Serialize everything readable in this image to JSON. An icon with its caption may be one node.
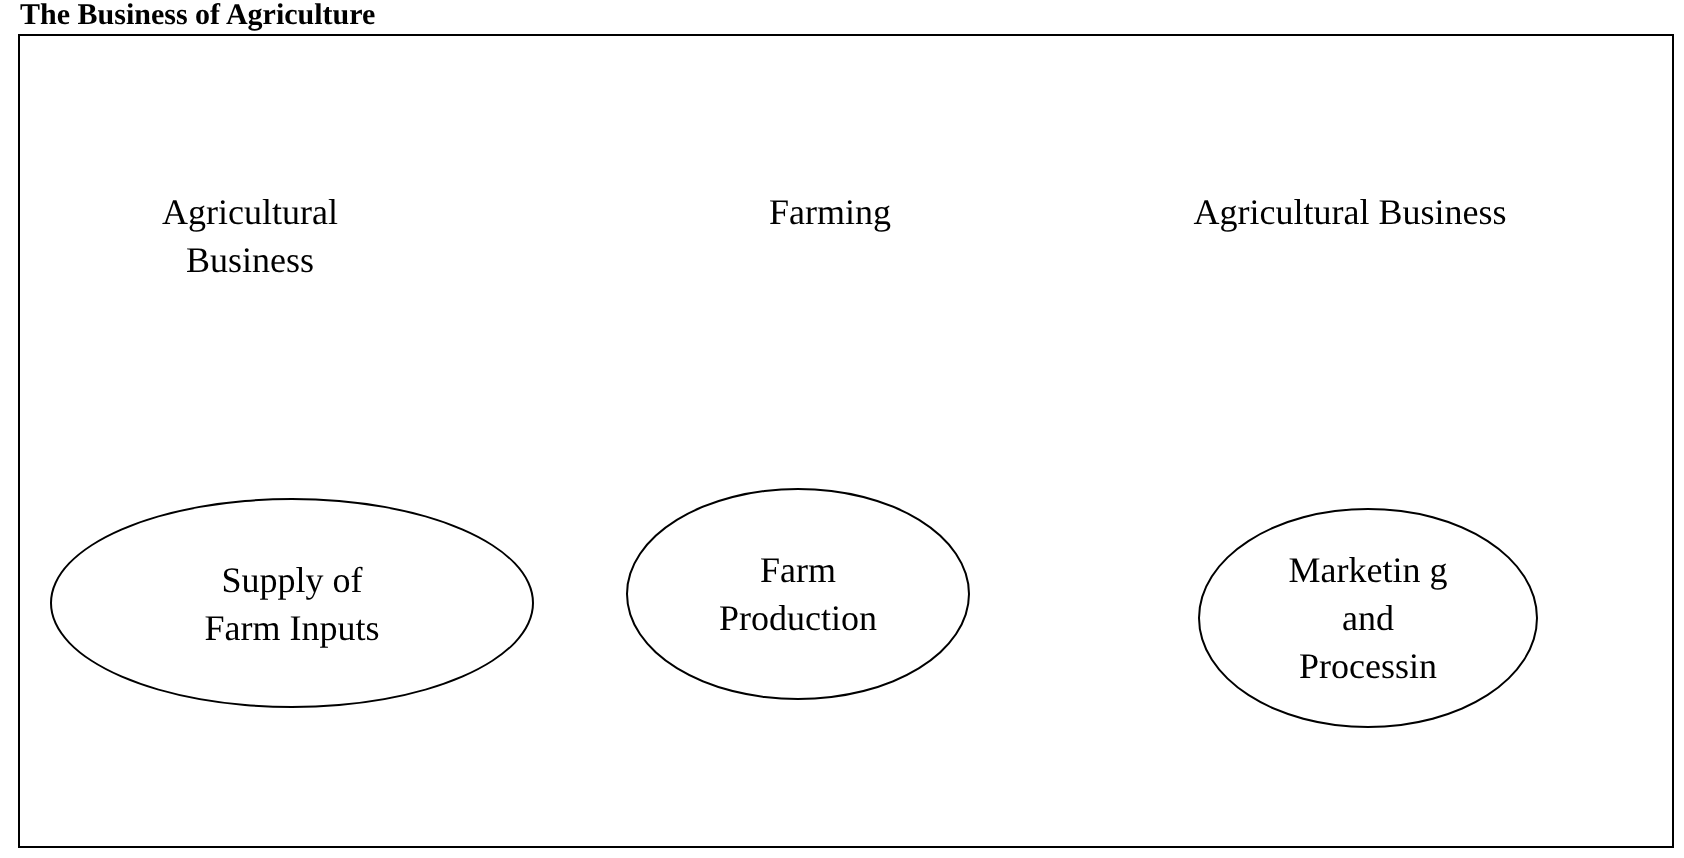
{
  "diagram": {
    "title": "The Business of Agriculture",
    "nodes": [
      {
        "text": [
          "Supply of Farm Inputs"
        ]
      },
      {
        "text": [
          "Farm Production"
        ]
      },
      {
        "text": [
          "Marketin g and Processin"
        ]
      }
    ],
    "labels": [
      "Agricultural Business",
      "Farming",
      "Agricultural Business"
    ]
  }
}
